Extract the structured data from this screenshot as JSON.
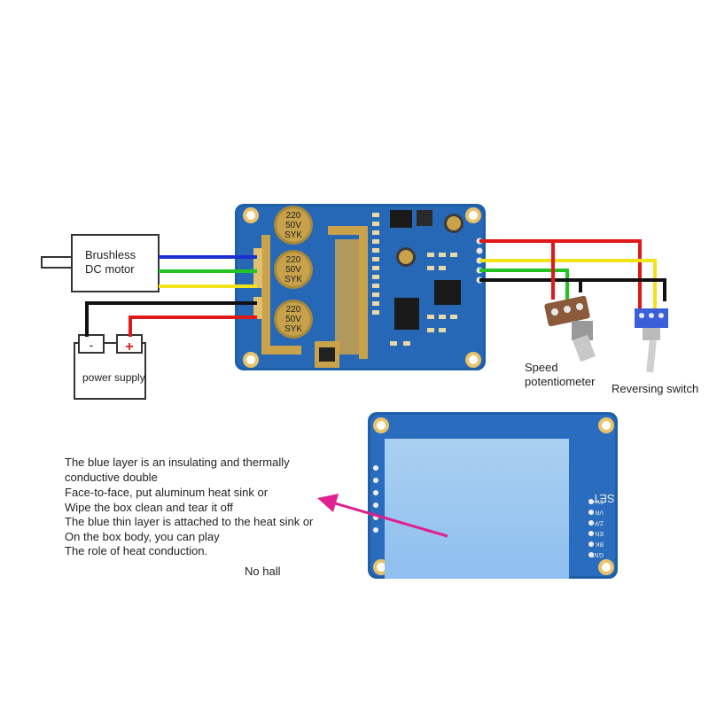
{
  "labels": {
    "motor_line1": "Brushless",
    "motor_line2": "DC motor",
    "power_supply": "power supply",
    "speed_line1": "Speed",
    "speed_line2": "potentiometer",
    "reversing": "Reversing switch",
    "no_hall": "No hall",
    "battery_neg": "-",
    "battery_pos": "+"
  },
  "capacitor_marking": [
    "220",
    "50V",
    "SYK"
  ],
  "board_silk": {
    "set_label": "SET",
    "pin_labels": [
      "5V",
      "VR",
      "Z/F",
      "EN",
      "BK",
      "GND"
    ]
  },
  "note_lines": [
    "The blue layer is an insulating and thermally",
    "conductive double",
    "Face-to-face, put aluminum heat sink or",
    "Wipe the box clean and tear it off",
    "The blue thin layer is attached to the heat sink or",
    "On the box body, you can play",
    "The role of heat conduction."
  ],
  "colors": {
    "pcb_blue": "#1f5fa8",
    "pad_blue": "#a8cdf2",
    "wire_blue": "#1a2fd0",
    "wire_green": "#22c322",
    "wire_yellow": "#f2e21a",
    "wire_red": "#e01818",
    "wire_black": "#111111",
    "arrow_magenta": "#e0208f"
  }
}
